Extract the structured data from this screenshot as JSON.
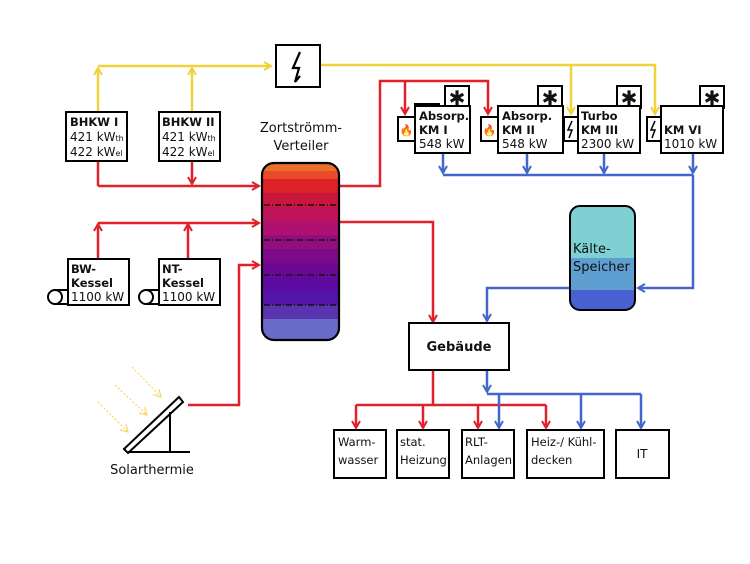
{
  "colors": {
    "heat": "#e0202a",
    "electric": "#f0d23c",
    "cold": "#4466cc",
    "box_border": "#000000"
  },
  "electric_symbol": "lightning-icon",
  "generators": {
    "bhkw1": {
      "title": "BHKW I",
      "line1": "421 kW",
      "sub1": "th",
      "line2": "422 kW",
      "sub2": "el"
    },
    "bhkw2": {
      "title": "BHKW II",
      "line1": "421 kW",
      "sub1": "th",
      "line2": "422 kW",
      "sub2": "el"
    },
    "bw_kessel": {
      "title1": "BW-",
      "title2": "Kessel",
      "power": "1100 kW"
    },
    "nt_kessel": {
      "title1": "NT-",
      "title2": "Kessel",
      "power": "1100 kW"
    },
    "solar": {
      "label": "Solarthermie"
    }
  },
  "storage": {
    "heat": {
      "label1": "Zortströmm-",
      "label2": "Verteiler"
    },
    "cold": {
      "label1": "Kälte-",
      "label2": "Speicher"
    }
  },
  "chillers": [
    {
      "title1": "Absorp.",
      "title2": "KM I",
      "power": "548 kW",
      "drive": "flame"
    },
    {
      "title1": "Absorp.",
      "title2": "KM II",
      "power": "548 kW",
      "drive": "flame"
    },
    {
      "title1": "Turbo",
      "title2": "KM III",
      "power": "2300 kW",
      "drive": "electric"
    },
    {
      "title1": "",
      "title2": "KM VI",
      "power": "1010 kW",
      "drive": "electric"
    }
  ],
  "building": {
    "label": "Gebäude"
  },
  "consumers": [
    {
      "line1": "Warm-",
      "line2": "wasser"
    },
    {
      "line1": "stat.",
      "line2": "Heizung"
    },
    {
      "line1": "RLT-",
      "line2": "Anlagen"
    },
    {
      "line1": "Heiz-/ Kühl-",
      "line2": "decken"
    },
    {
      "line1": "IT",
      "line2": ""
    }
  ]
}
